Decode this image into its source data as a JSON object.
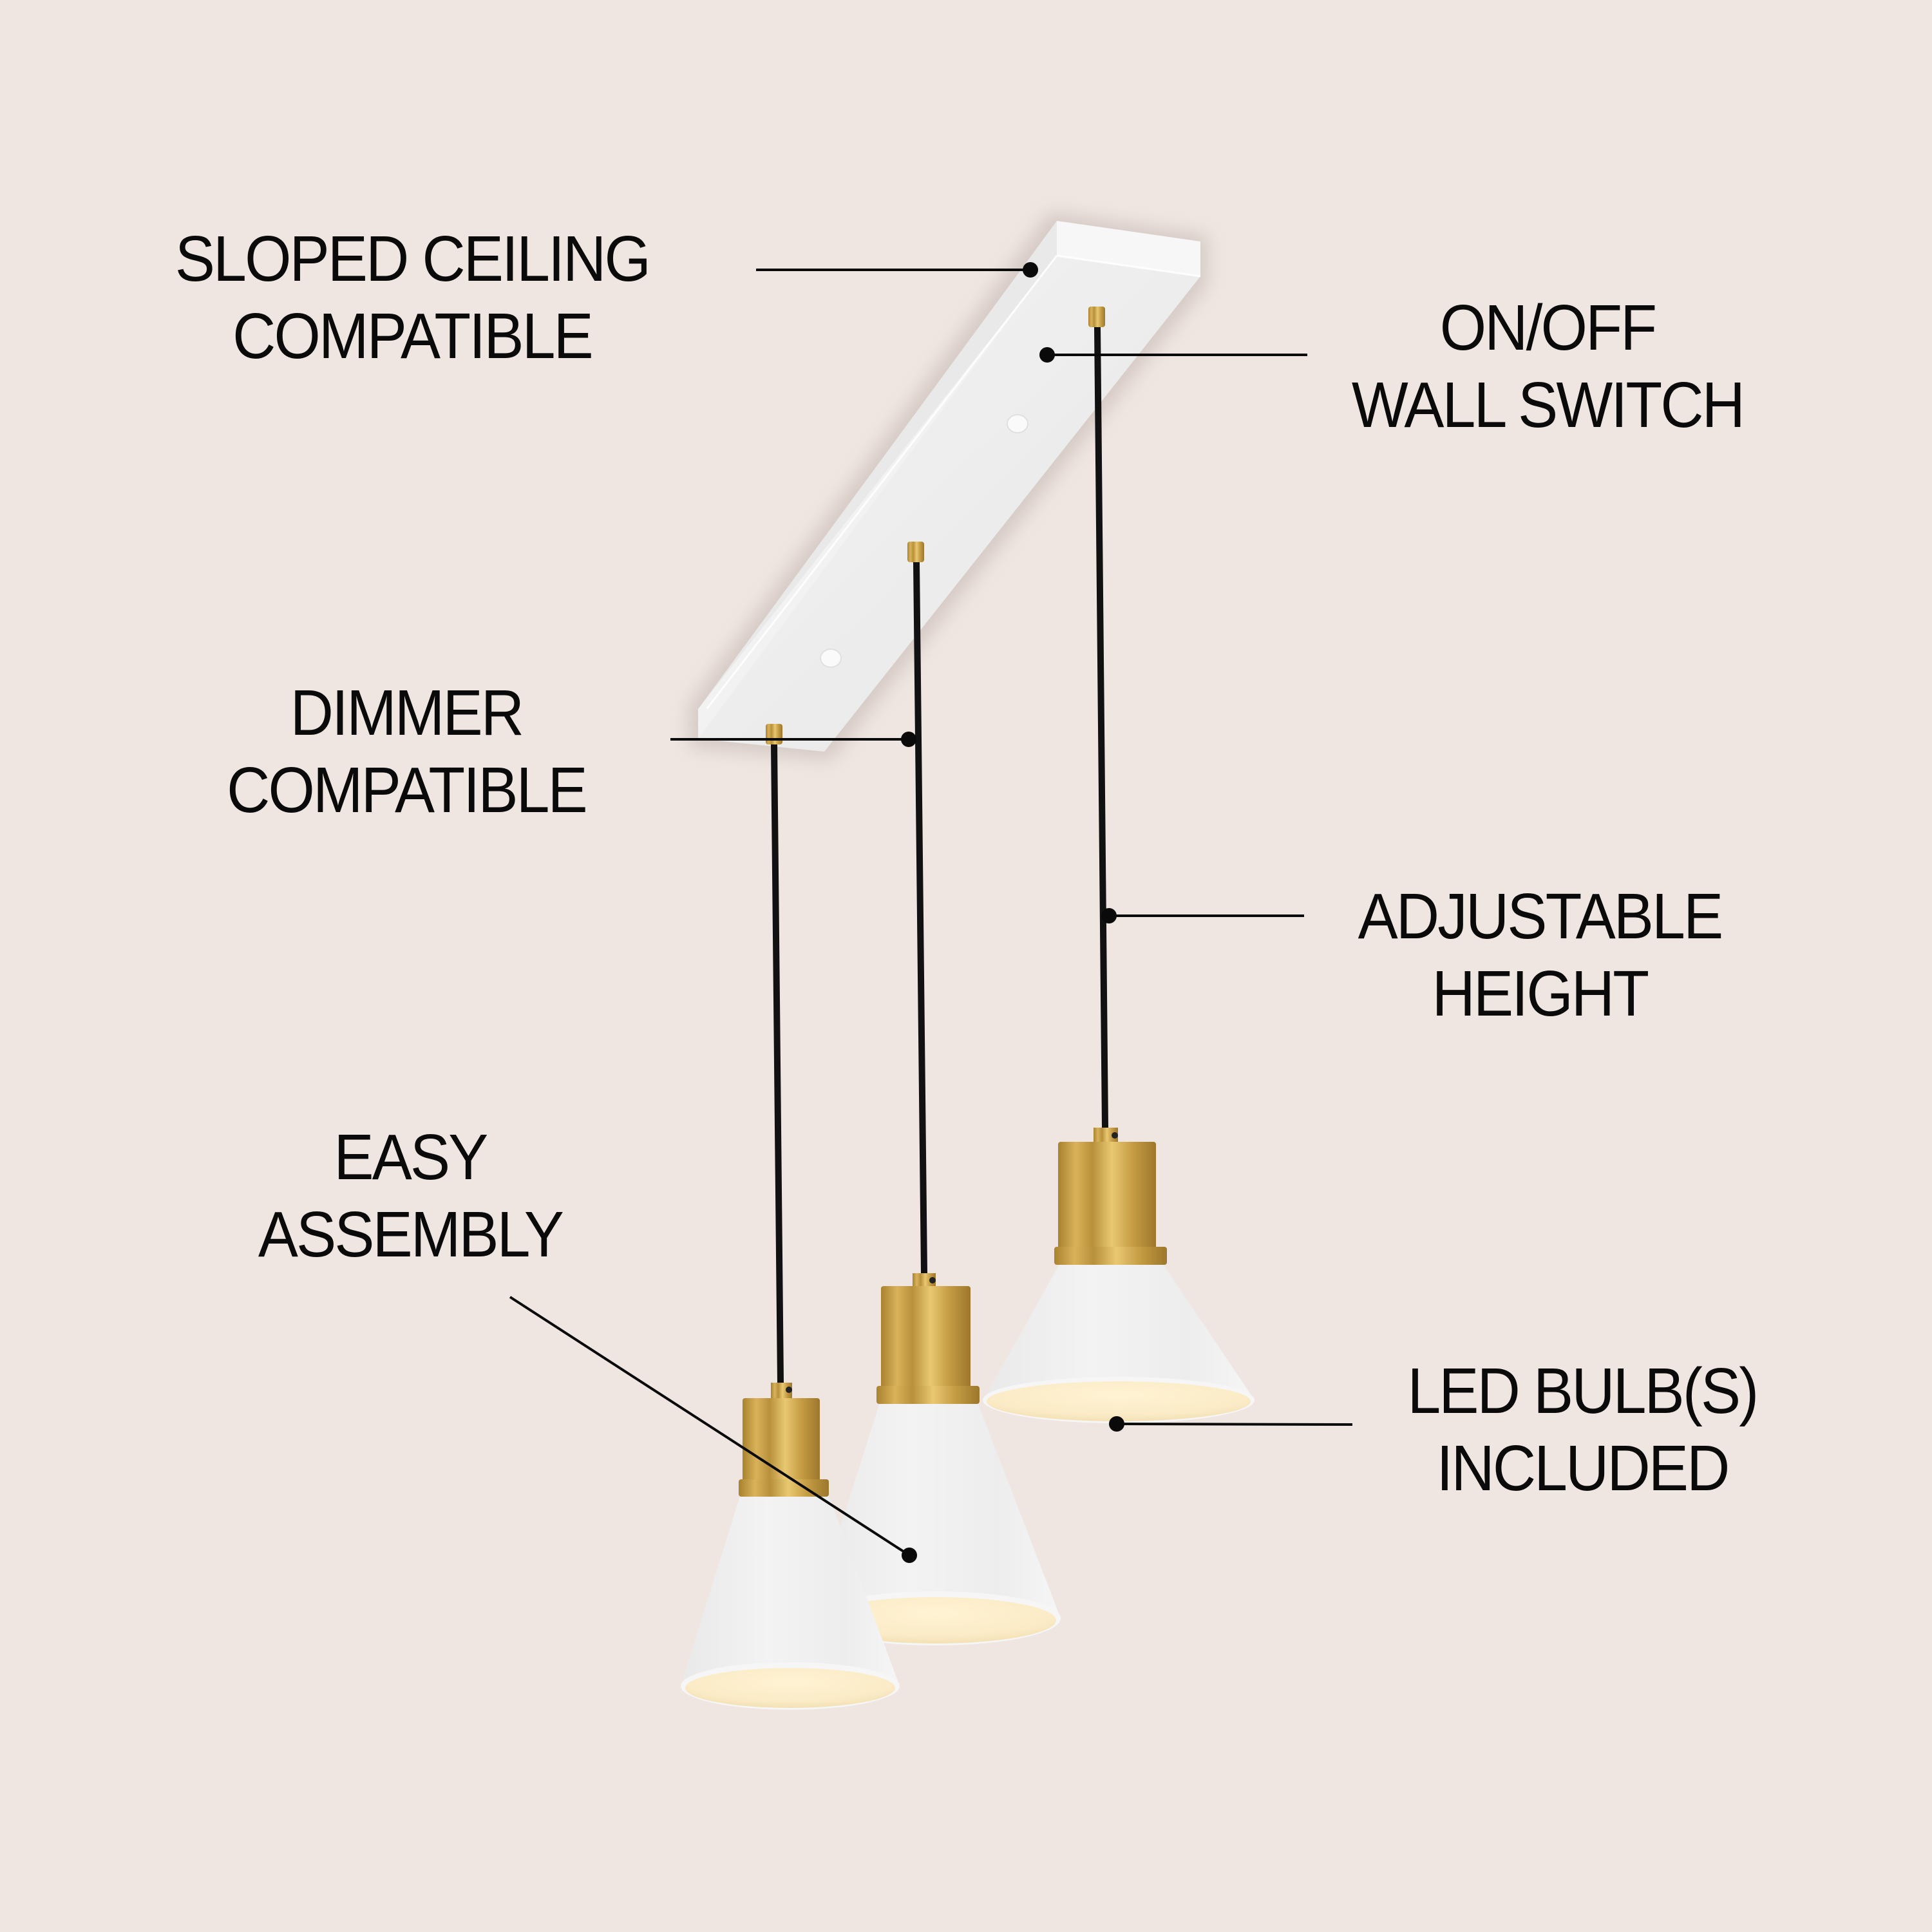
{
  "colors": {
    "background": "#EFE6E1",
    "text": "#0A0A0A",
    "callout": "#0A0A0A",
    "canopy_white": "#F1F1F1",
    "shade_white": "#F2F2F2",
    "shade_interior": "#FBEFD2",
    "brass": "#C9A24A",
    "brass_highlight": "#EBC971",
    "brass_shadow": "#9C772C",
    "cable": "#111111"
  },
  "features": [
    {
      "id": "sloped-ceiling",
      "lines": [
        "SLOPED CEILING",
        "COMPATIBLE"
      ],
      "side": "left"
    },
    {
      "id": "on-off-switch",
      "lines": [
        "ON/OFF",
        "WALL SWITCH"
      ],
      "side": "right"
    },
    {
      "id": "dimmer",
      "lines": [
        "DIMMER",
        "COMPATIBLE"
      ],
      "side": "left"
    },
    {
      "id": "adjustable-height",
      "lines": [
        "ADJUSTABLE",
        "HEIGHT"
      ],
      "side": "right"
    },
    {
      "id": "easy-assembly",
      "lines": [
        "EASY",
        "ASSEMBLY"
      ],
      "side": "left"
    },
    {
      "id": "led-bulbs",
      "lines": [
        "LED BULB(S)",
        "INCLUDED"
      ],
      "side": "right"
    }
  ],
  "product": {
    "type": "3-light linear pendant",
    "canopy": "white rectangular canopy",
    "pendant_count": 3,
    "shade_style": "white cone shade with brass cap"
  }
}
